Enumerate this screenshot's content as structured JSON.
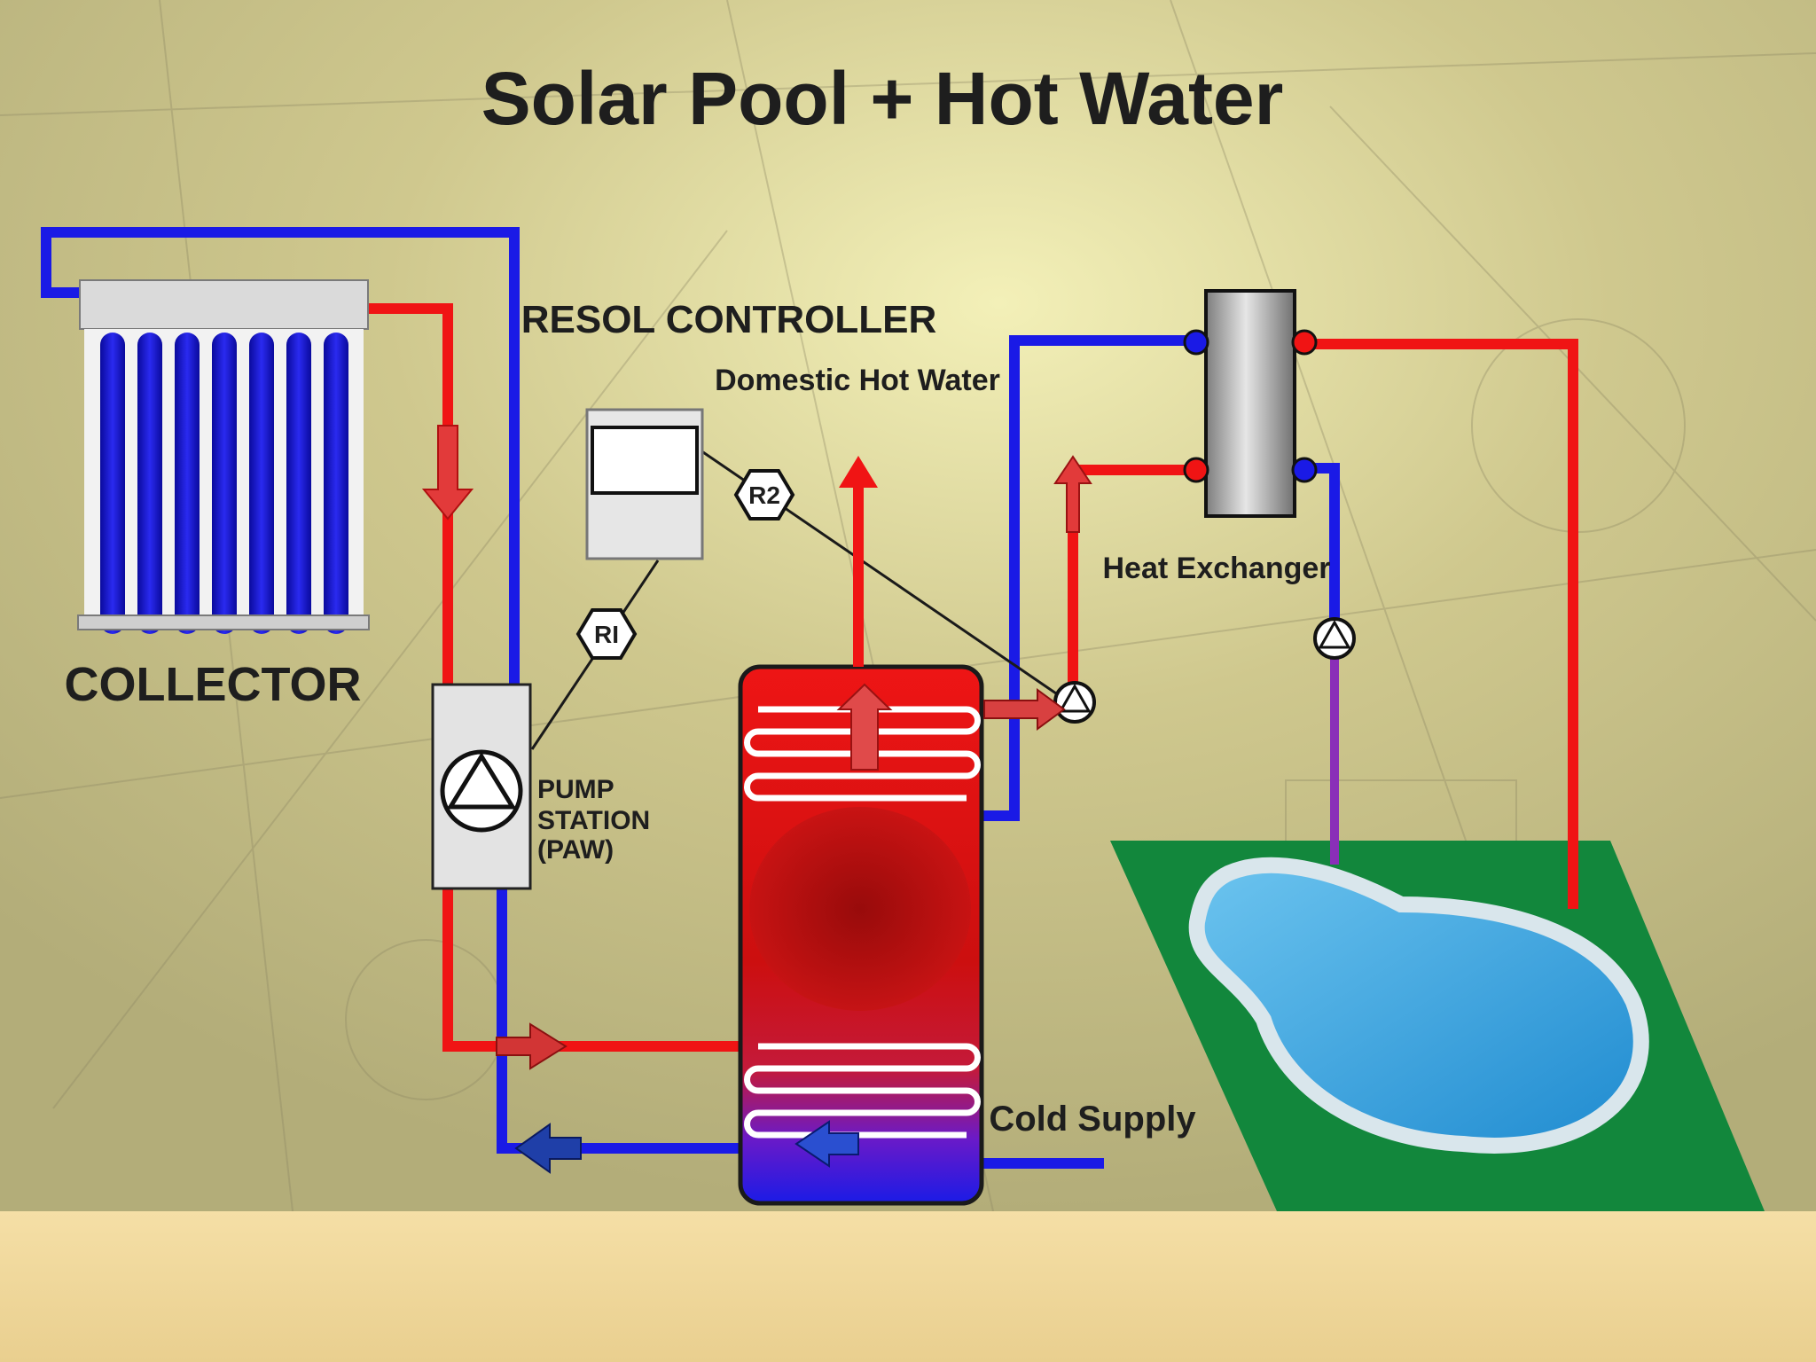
{
  "title": "Solar Pool + Hot Water",
  "labels": {
    "collector": "COLLECTOR",
    "controller": "RESOL CONTROLLER",
    "domestic_hot_water": "Domestic Hot Water",
    "heat_exchanger": "Heat Exchanger",
    "pump_station_1": "PUMP",
    "pump_station_2": "STATION",
    "pump_station_3": "(PAW)",
    "cold_supply": "Cold Supply",
    "relay_1": "RI",
    "relay_2": "R2"
  },
  "colors": {
    "hot_pipe": "#f01414",
    "cold_pipe": "#1a1ae6",
    "pool_deck": "#12873c",
    "pool_water": "#2f9fdc",
    "background": "#c9c289",
    "footer_band": "#efd69a"
  }
}
